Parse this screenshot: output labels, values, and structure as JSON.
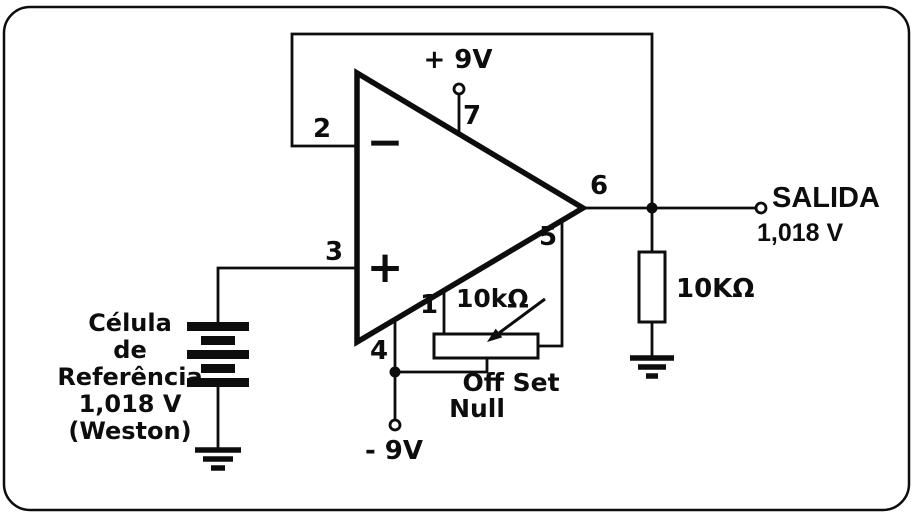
{
  "figure": {
    "background": "#ffffff",
    "ink_color": "#0d0d0d",
    "type": "op-amp voltage reference buffer schematic"
  },
  "opamp": {
    "polarity_minus": "−",
    "polarity_plus": "+",
    "pins": {
      "inverting": "2",
      "noninverting": "3",
      "v_plus": "7",
      "output": "6",
      "offset_null_b": "5",
      "offset_null_a": "1",
      "v_minus": "4"
    }
  },
  "labels": {
    "supply_pos": "+ 9V",
    "supply_neg": "- 9V",
    "output_name": "SALIDA",
    "output_value": "1,018 V",
    "load_resistor_value": "10KΩ",
    "pot_value": "10kΩ",
    "offset_line1": "Off Set",
    "offset_line2": "Null"
  },
  "reference_cell": {
    "line1": "Célula",
    "line2": "de",
    "line3": "Referência",
    "line4": "1,018 V",
    "line5": "(Weston)"
  }
}
